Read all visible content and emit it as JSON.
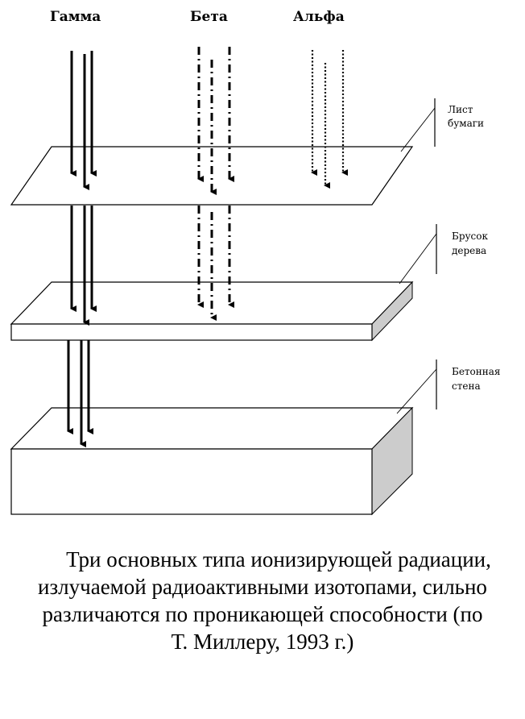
{
  "rays": [
    {
      "label": "Гамма",
      "style": "solid",
      "penetrates": [
        "paper",
        "wood"
      ],
      "stops_at": "concrete"
    },
    {
      "label": "Бета",
      "style": "dash-dot",
      "penetrates": [
        "paper"
      ],
      "stops_at": "wood"
    },
    {
      "label": "Альфа",
      "style": "dotted",
      "penetrates": [],
      "stops_at": "paper"
    }
  ],
  "layers": [
    {
      "id": "paper",
      "label_line1": "Лист",
      "label_line2": "бумаги"
    },
    {
      "id": "wood",
      "label_line1": "Брусок",
      "label_line2": "дерева"
    },
    {
      "id": "concrete",
      "label_line1": "Бетонная",
      "label_line2": "стена"
    }
  ],
  "colors": {
    "stroke": "#000000",
    "side_face": "#cccccc",
    "background": "#ffffff"
  },
  "caption": {
    "line1": "Три основных типа ионизирующей радиации,",
    "line2": "излучаемой радиоактивными изотопами, сильно",
    "line3": "различаются по проникающей способности (по",
    "line4": "Т. Миллеру, 1993 г.)"
  }
}
